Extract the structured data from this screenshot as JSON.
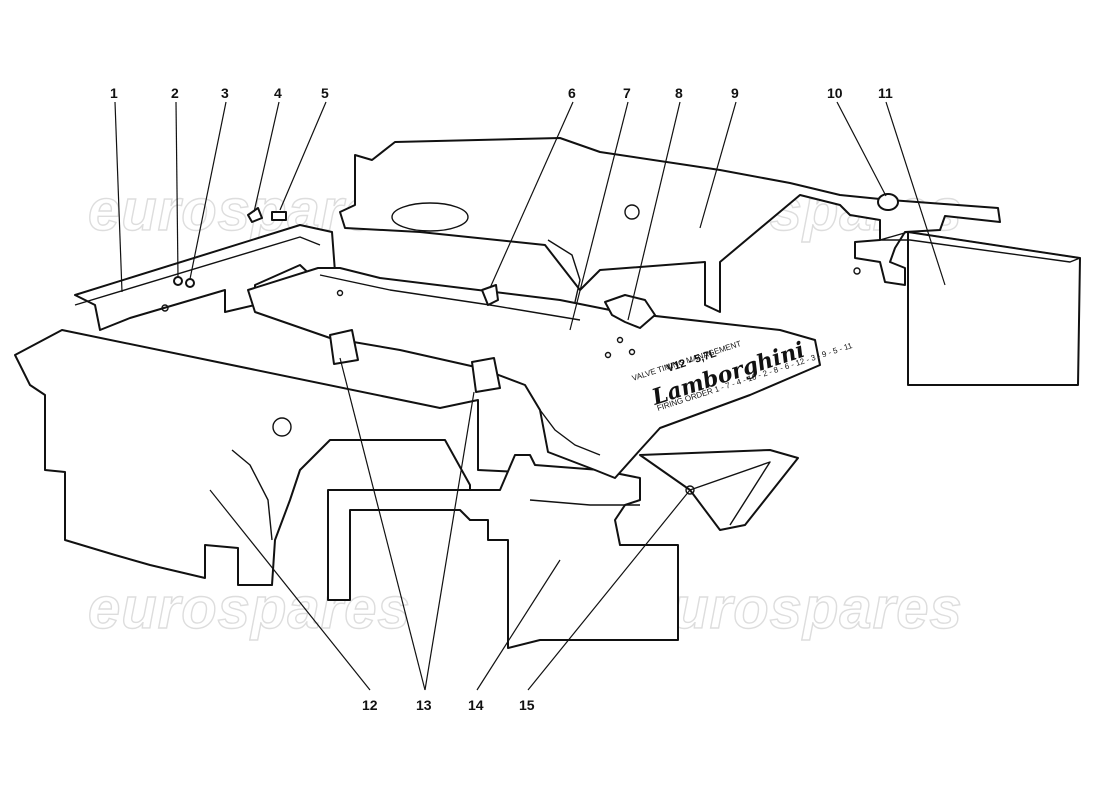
{
  "callouts": [
    "1",
    "2",
    "3",
    "4",
    "5",
    "6",
    "7",
    "8",
    "9",
    "10",
    "11",
    "12",
    "13",
    "14",
    "15"
  ],
  "watermark": "eurospares",
  "engine_cover": {
    "model": "V12 - 5,7L",
    "system": "VALVE TIMING MANAGEMENT",
    "brand": "Lamborghini",
    "firing_order": "FIRING ORDER 1 - 7 - 4 - 10 - 2 - 8 - 6 - 12 - 3 - 9 - 5 - 11"
  },
  "colors": {
    "line": "#111111",
    "watermark": "#cfcfcf",
    "background": "#ffffff"
  }
}
